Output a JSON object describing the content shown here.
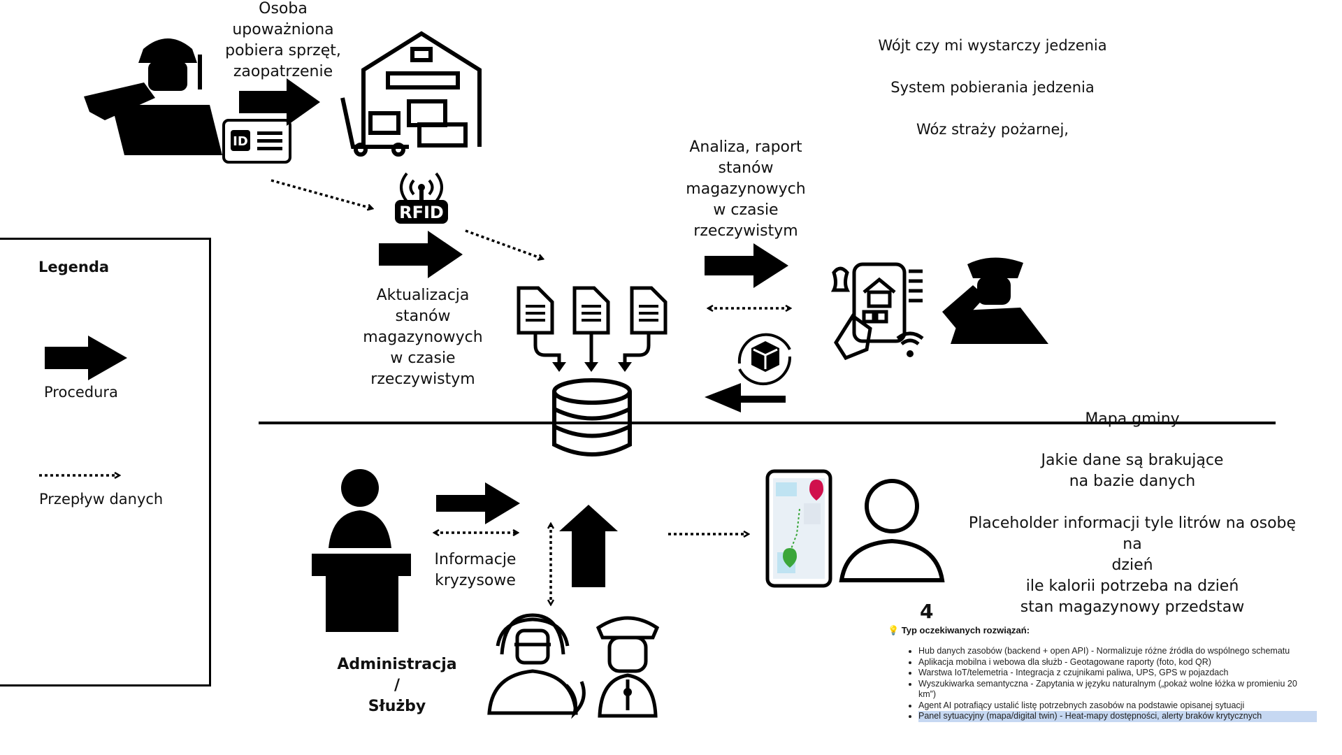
{
  "top_person": {
    "caption": [
      "Osoba",
      "upoważniona",
      "pobiera sprzęt,",
      "zaopatrzenie"
    ]
  },
  "rfid": {
    "label": "RFID"
  },
  "update": {
    "caption": [
      "Aktualizacja",
      "stanów",
      "magazynowych",
      "w czasie",
      "rzeczywistym"
    ]
  },
  "analysis": {
    "caption": [
      "Analiza, raport",
      "stanów",
      "magazynowych",
      "w czasie",
      "rzeczywistym"
    ]
  },
  "notes_top": [
    "Wójt czy mi wystarczy jedzenia",
    "System pobierania jedzenia",
    "Wóz straży pożarnej,"
  ],
  "legend": {
    "title": "Legenda",
    "procedure": "Procedura",
    "data_flow": "Przepływ danych"
  },
  "map_note": {
    "title": "Mapa gminy"
  },
  "notes_bottom": {
    "missing": [
      "Jakie dane są brakujące",
      "na bazie danych"
    ],
    "placeholder": [
      "Placeholder informacji tyle litrów na osobę na",
      "dzień",
      "ile kalorii potrzeba na dzień",
      "stan magazynowy przedstaw"
    ]
  },
  "crisis": {
    "caption": [
      "Informacje",
      "kryzysowe"
    ]
  },
  "admin": {
    "caption": [
      "Administracja",
      "/",
      "Służby"
    ]
  },
  "solutions": {
    "number": "4",
    "title": "💡 Typ oczekiwanych rozwiązań:",
    "items": [
      "Hub danych zasobów (backend + open API) - Normalizuje różne źródła do wspólnego schematu",
      "Aplikacja mobilna i webowa dla służb - Geotagowane raporty (foto, kod QR)",
      "Warstwa IoT/telemetria  - Integracja z czujnikami paliwa, UPS, GPS w pojazdach",
      "Wyszukiwarka semantyczna - Zapytania w języku naturalnym („pokaż wolne łóżka w promieniu 20 km”)",
      "Agent AI potrafiący ustalić listę potrzebnych zasobów na podstawie opisanej sytuacji",
      "Panel sytuacyjny (mapa/digital twin) - Heat-mapy dostępności, alerty braków krytycznych"
    ],
    "highlight_color": "#c6d8f2"
  },
  "icons": {
    "soldier_top": "saluting-soldier-icon",
    "id_card": "id-card-icon",
    "warehouse": "warehouse-icon",
    "rfid": "rfid-icon",
    "documents": "document-icon",
    "database": "database-icon",
    "mobile_app": "mobile-app-icon",
    "package_sync": "package-sync-icon",
    "officer": "saluting-officer-icon",
    "map_phone": "map-phone-icon",
    "user": "user-icon",
    "speaker": "speaker-podium-icon",
    "firefighter": "firefighter-icon",
    "police": "police-officer-icon"
  },
  "colors": {
    "ink": "#000000",
    "accent_red": "#d0104c",
    "accent_green": "#3aa63a",
    "map_blue": "#bfe3f2"
  }
}
